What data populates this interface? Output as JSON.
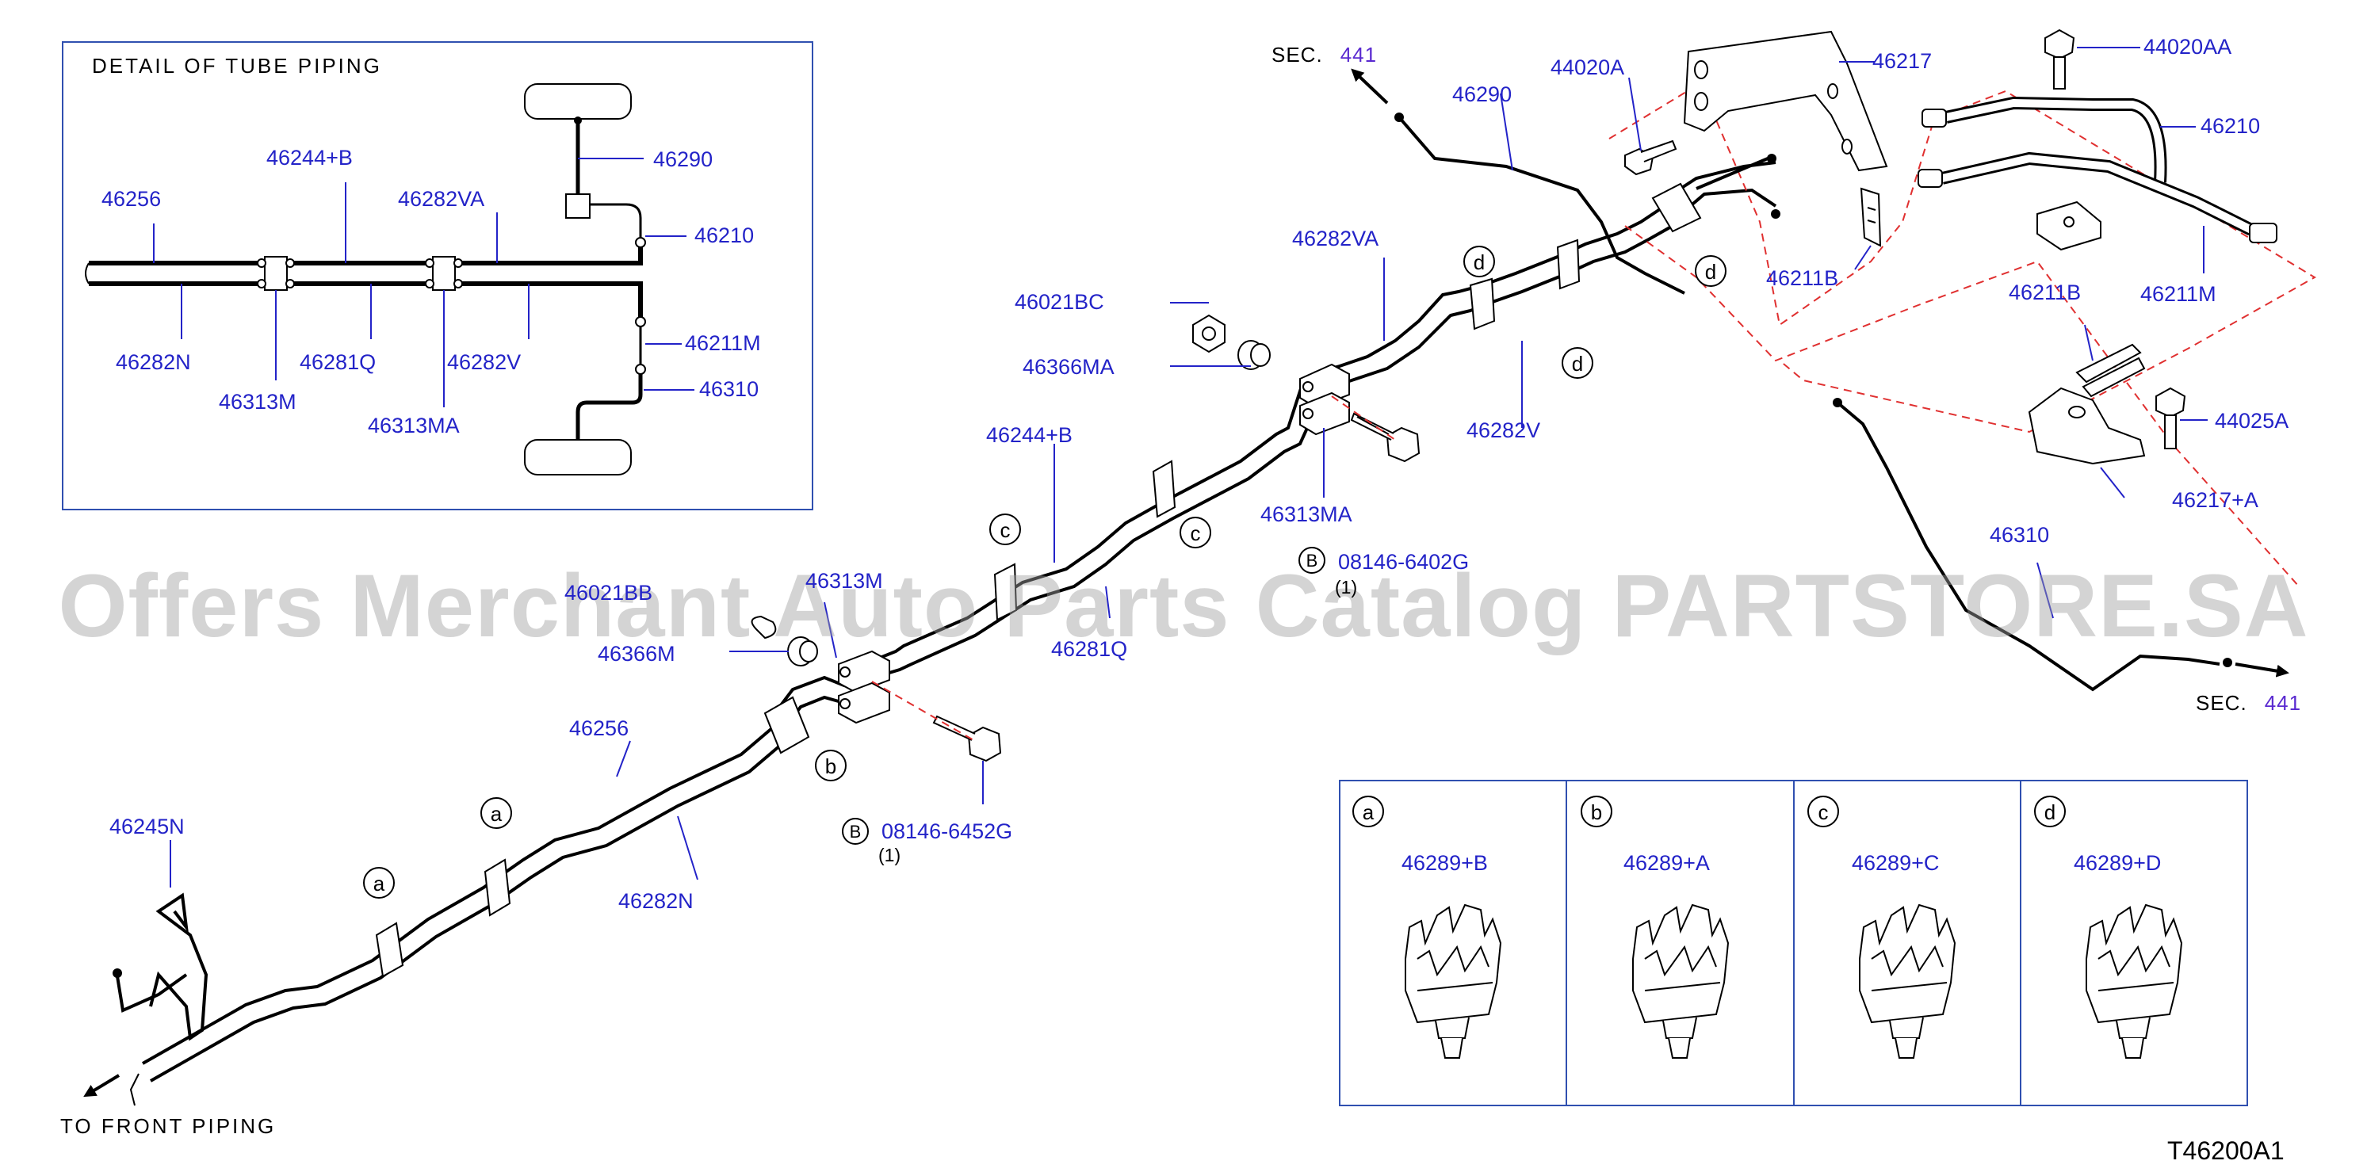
{
  "detail_box": {
    "title": "DETAIL OF TUBE PIPING",
    "labels": {
      "p46290": "46290",
      "p46244b": "46244+B",
      "p46282va": "46282VA",
      "p46256": "46256",
      "p46210": "46210",
      "p46211m": "46211M",
      "p46282n": "46282N",
      "p46281q": "46281Q",
      "p46282v": "46282V",
      "p46313m": "46313M",
      "p46313ma": "46313MA",
      "p46310": "46310"
    }
  },
  "main_labels": {
    "sec_top": "SEC.",
    "sec_top_num": "441",
    "sec_bottom": "SEC.",
    "sec_bottom_num": "441",
    "p44020a": "44020A",
    "p46290": "46290",
    "p46217": "46217",
    "p44020aa": "44020AA",
    "p46210": "46210",
    "p46282va": "46282VA",
    "p46211b_top": "46211B",
    "p46211m": "46211M",
    "p46021bc": "46021BC",
    "p46366ma": "46366MA",
    "p46211b": "46211B",
    "p44025a": "44025A",
    "p46282v": "46282V",
    "p46217a": "46217+A",
    "p46244b": "46244+B",
    "p46313ma": "46313MA",
    "p08146_6402g": "08146-6402G",
    "qty_1_upper": "(1)",
    "p46310": "46310",
    "p46021bb": "46021BB",
    "p46313m": "46313M",
    "p46366m": "46366M",
    "p46281q": "46281Q",
    "p46256": "46256",
    "p46245n": "46245N",
    "p46282n": "46282N",
    "p08146_6452g": "08146-6452G",
    "qty_1_lower": "(1)",
    "to_front": "TO FRONT PIPING",
    "bolt_marker": "B"
  },
  "callouts": {
    "a": "a",
    "b": "b",
    "c": "c",
    "d": "d"
  },
  "clip_table": [
    {
      "letter": "a",
      "part": "46289+B"
    },
    {
      "letter": "b",
      "part": "46289+A"
    },
    {
      "letter": "c",
      "part": "46289+C"
    },
    {
      "letter": "d",
      "part": "46289+D"
    }
  ],
  "watermark": "Offers Merchant Auto Parts Catalog PARTSTORE.SA",
  "diagram_code": "T46200A1",
  "colors": {
    "label_blue": "#2323c8",
    "sec_purple": "#5a2ad0",
    "leader_red": "#e03030",
    "frame_blue": "#3050b0"
  }
}
